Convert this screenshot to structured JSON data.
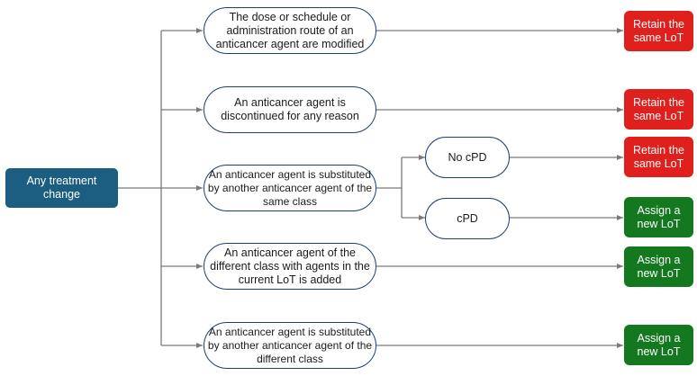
{
  "root": {
    "label": "Any treatment\nchange"
  },
  "branches": [
    {
      "condition": "The dose or schedule or\nadministration route of an\nanticancer agent are modified",
      "outcome": "Retain the\nsame LoT",
      "outcome_color": "#e0201c"
    },
    {
      "condition": "An anticancer agent is\ndiscontinued for any reason",
      "outcome": "Retain the\nsame LoT",
      "outcome_color": "#e0201c"
    },
    {
      "condition": "An anticancer agent is substituted\nby another anticancer agent of the\nsame class",
      "sub": [
        {
          "condition": "No cPD",
          "outcome": "Retain the\nsame LoT",
          "outcome_color": "#e0201c"
        },
        {
          "condition": "cPD",
          "outcome": "Assign a\nnew LoT",
          "outcome_color": "#13781e"
        }
      ]
    },
    {
      "condition": "An anticancer agent of the\ndifferent class with agents in the\ncurrent LoT is added",
      "outcome": "Assign a\nnew LoT",
      "outcome_color": "#13781e"
    },
    {
      "condition": "An anticancer agent is substituted\nby another anticancer agent of the\ndifferent class",
      "outcome": "Assign a\nnew LoT",
      "outcome_color": "#13781e"
    }
  ],
  "colors": {
    "root": "#1b5e82",
    "connector": "#7a7a7a",
    "pill_border": "#1f3f6b"
  }
}
